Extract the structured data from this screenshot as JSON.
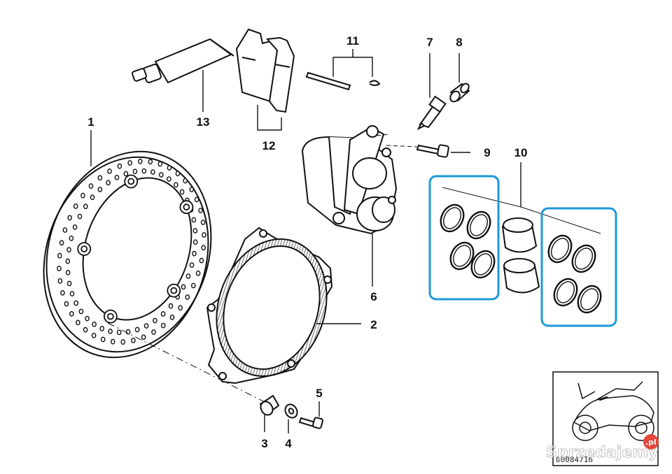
{
  "callouts": {
    "c1": "1",
    "c2": "2",
    "c3": "3",
    "c4": "4",
    "c5": "5",
    "c6": "6",
    "c7": "7",
    "c8": "8",
    "c9": "9",
    "c10": "10",
    "c11": "11",
    "c12": "12",
    "c13": "13"
  },
  "reference_number": "00084716",
  "watermark": {
    "text": "Sprzedajemy",
    "badge": ".pl"
  },
  "colors": {
    "highlight": "#1b9ad6",
    "line": "#111111",
    "badge": "#e2473a"
  }
}
